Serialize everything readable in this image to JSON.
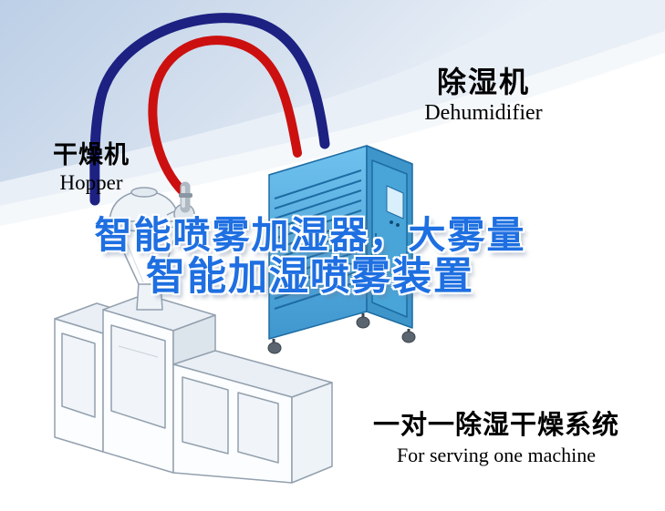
{
  "labels": {
    "dehumidifier_zh": "除湿机",
    "dehumidifier_en": "Dehumidifier",
    "hopper_zh": "干燥机",
    "hopper_en": "Hopper",
    "caption_zh": "一对一除湿干燥系统",
    "caption_en": "For serving one machine"
  },
  "watermark": {
    "line1": "智能喷雾加湿器，大雾量",
    "line2": "智能加湿喷雾装置",
    "color": "#1e6fe1"
  },
  "illustration": {
    "dehumidifier_body_color": "#4facdf",
    "dehumidifier_top_color": "#bfe2f6",
    "hose_red_color": "#cc1010",
    "hose_blue_color": "#1c2182",
    "background_band_color": "#c3d3e8",
    "elements": [
      "dehumidifier-unit",
      "hopper-dryer",
      "extruder-machine",
      "red-hose",
      "blue-hose"
    ]
  }
}
